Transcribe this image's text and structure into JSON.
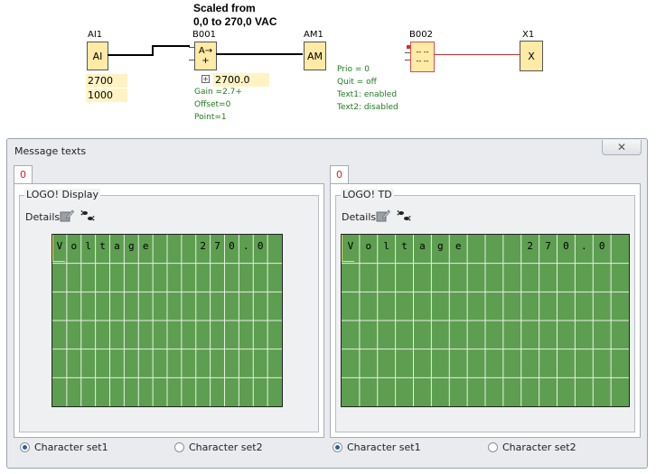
{
  "diagram": {
    "caption_line1": "Scaled from",
    "caption_line2": "0,0 to 270,0 VAC",
    "ai1": {
      "name": "AI1",
      "label": "AI",
      "value1": "2700",
      "value2": "1000"
    },
    "b001": {
      "name": "B001",
      "label_top": "A→",
      "label_bottom": "+",
      "value": "2700.0",
      "param_gain": "Gain  =2.7+",
      "param_offset": "Offset=0",
      "param_point": "Point=1"
    },
    "am1": {
      "name": "AM1",
      "label": "AM",
      "param_prio": "Prio = 0",
      "param_quit": "Quit = off",
      "param_text1": "Text1: enabled",
      "param_text2": "Text2: disabled"
    },
    "b002": {
      "name": "B002",
      "line1": "-- --",
      "line2": "-- --"
    },
    "x1": {
      "name": "X1",
      "label": "X"
    }
  },
  "dialog": {
    "title": "Message texts",
    "close_glyph": "✕",
    "left": {
      "tab": "0",
      "group": "LOGO! Display",
      "details": "Details",
      "lcd_chars": [
        "V",
        "o",
        "l",
        "t",
        "a",
        "g",
        "e",
        "",
        "",
        "",
        "2",
        "7",
        "0",
        ".",
        "0",
        ""
      ]
    },
    "right": {
      "tab": "0",
      "group": "LOGO! TD",
      "details": "Details",
      "lcd_chars": [
        "V",
        "o",
        "l",
        "t",
        "a",
        "g",
        "e",
        "",
        "",
        "",
        "2",
        "7",
        "0",
        ".",
        "0",
        ""
      ]
    },
    "radios_left": {
      "set1": "Character set1",
      "set2": "Character set2",
      "selected": "set1"
    },
    "radios_right": {
      "set1": "Character set1",
      "set2": "Character set2",
      "selected": "set1"
    }
  },
  "icons": [
    "edit-icon",
    "footprint-icon",
    "close-icon",
    "expand-icon"
  ],
  "colors": {
    "lcd_green": "#5d9e50",
    "block_fill": "#ffeaa6",
    "param_green": "#1d7a1d",
    "tab_red": "#d02020",
    "wire_red": "#d23030"
  }
}
